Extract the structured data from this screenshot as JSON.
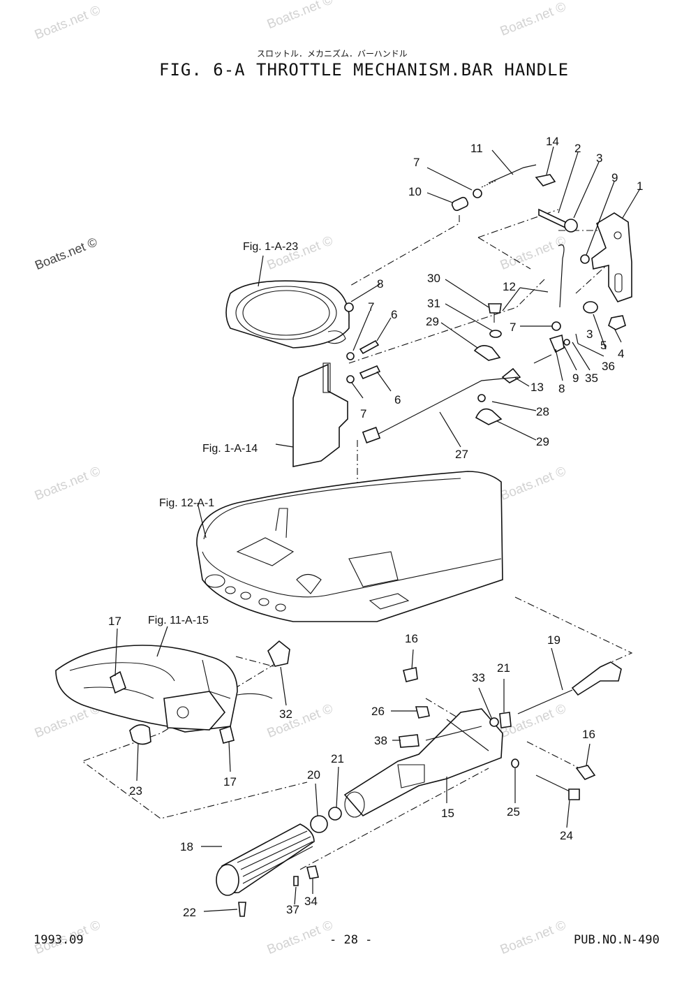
{
  "header": {
    "japanese_title": "スロットル．メカニズム．バーハンドル",
    "title": "FIG.  6-A THROTTLE MECHANISM.BAR HANDLE"
  },
  "footer": {
    "date": "1993.09",
    "page": "- 28 -",
    "pub_no": "PUB.NO.N-490"
  },
  "watermark": "Boats.net ©",
  "figure_refs": {
    "fig_1_a_23": "Fig. 1-A-23",
    "fig_1_a_14": "Fig. 1-A-14",
    "fig_12_a_1": "Fig. 12-A-1",
    "fig_11_a_15": "Fig. 11-A-15"
  },
  "callouts": {
    "c1": "1",
    "c2": "2",
    "c3a": "3",
    "c3b": "3",
    "c4": "4",
    "c5": "5",
    "c6a": "6",
    "c6b": "6",
    "c7a": "7",
    "c7b": "7",
    "c7c": "7",
    "c7d": "7",
    "c8a": "8",
    "c8b": "8",
    "c9a": "9",
    "c9b": "9",
    "c10": "10",
    "c11": "11",
    "c12": "12",
    "c13": "13",
    "c14": "14",
    "c15": "15",
    "c16a": "16",
    "c16b": "16",
    "c17a": "17",
    "c17b": "17",
    "c18": "18",
    "c19": "19",
    "c20": "20",
    "c21a": "21",
    "c21b": "21",
    "c22": "22",
    "c23": "23",
    "c24": "24",
    "c25": "25",
    "c26": "26",
    "c27": "27",
    "c28": "28",
    "c29a": "29",
    "c29b": "29",
    "c30": "30",
    "c31": "31",
    "c32": "32",
    "c33": "33",
    "c34": "34",
    "c35": "35",
    "c36": "36",
    "c37": "37",
    "c38": "38"
  }
}
